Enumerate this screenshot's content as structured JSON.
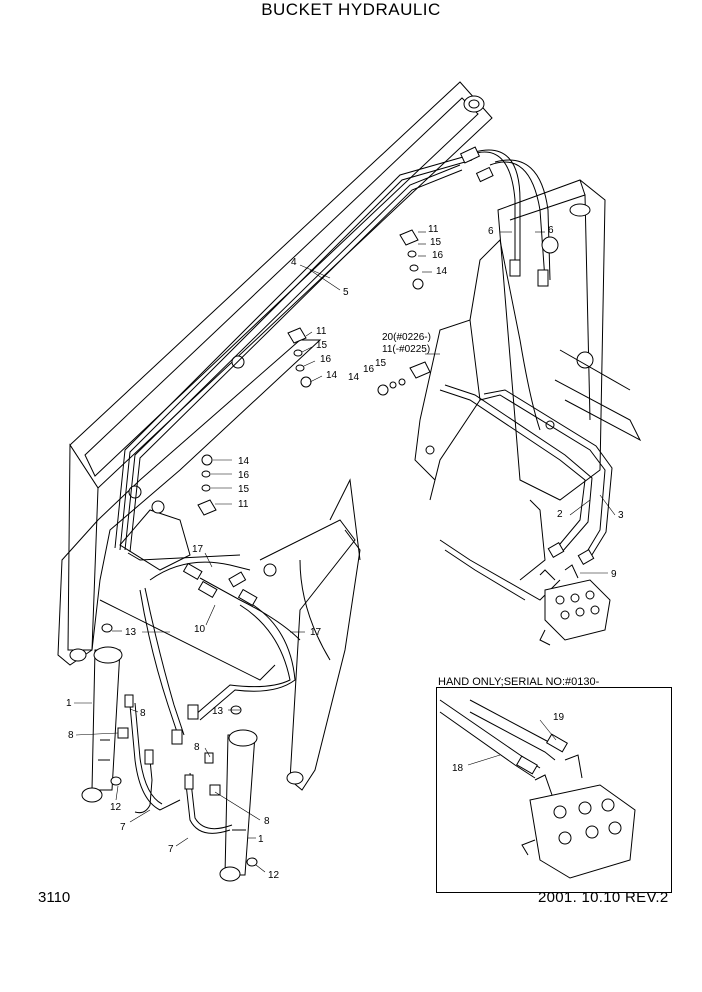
{
  "title": "BUCKET HYDRAULIC",
  "page_number": "3110",
  "footer_date": "2001. 10.10  REV.2",
  "inset_title": "HAND ONLY;SERIAL NO:#0130-",
  "callouts": {
    "c4": "4",
    "c5": "5",
    "c6a": "6",
    "c6b": "6",
    "c11a": "11",
    "c15a": "15",
    "c16a": "16",
    "c14a": "14",
    "c11b": "11",
    "c15b": "15",
    "c16b": "16",
    "c14b": "14",
    "c20": "20(#0226-)",
    "c11c": "11(-#0225)",
    "c15c": "15",
    "c16c": "16",
    "c14c": "14",
    "c14d": "14",
    "c16d": "16",
    "c15d": "15",
    "c11d": "11",
    "c17a": "17",
    "c10": "10",
    "c17b": "17",
    "c13a": "13",
    "c13b": "13",
    "c1a": "1",
    "c1b": "1",
    "c8a": "8",
    "c8b": "8",
    "c8c": "8",
    "c8d": "8",
    "c12a": "12",
    "c12b": "12",
    "c7a": "7",
    "c7b": "7",
    "c2": "2",
    "c3": "3",
    "c9": "9",
    "c19": "19",
    "c18": "18"
  }
}
